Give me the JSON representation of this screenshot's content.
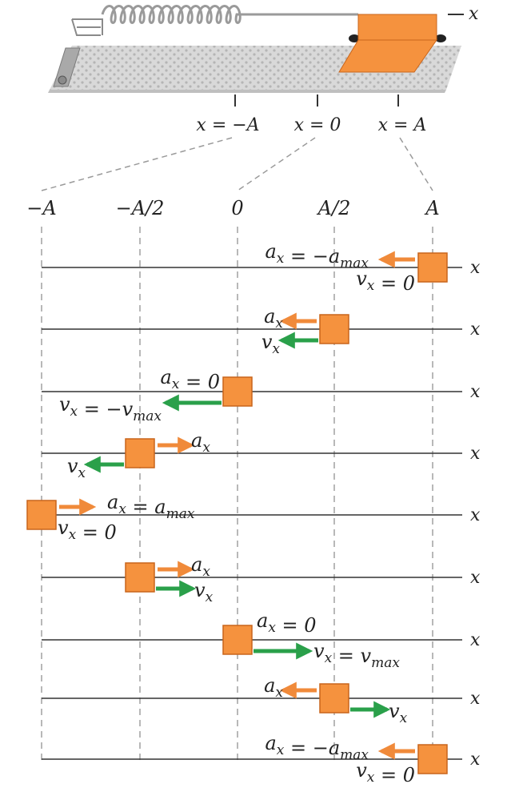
{
  "apparatus": {
    "axis_label": "x",
    "tick_labels": [
      "x = −A",
      "x = 0",
      "x = A"
    ]
  },
  "columns": {
    "labels": [
      "−A",
      "−A/2",
      "0",
      "A/2",
      "A"
    ]
  },
  "rows_axis_label": "x",
  "frames": [
    {
      "position": "A",
      "velocity_arrow": "none",
      "accel_arrow": "left",
      "labels": {
        "accel": "a_x = −a_max",
        "velocity": "v_x = 0"
      }
    },
    {
      "position": "A/2",
      "velocity_arrow": "left",
      "accel_arrow": "left",
      "labels": {
        "accel": "a_x",
        "velocity": "v_x"
      }
    },
    {
      "position": "0",
      "velocity_arrow": "left",
      "accel_arrow": "none",
      "labels": {
        "accel": "a_x = 0",
        "velocity": "v_x = −v_max"
      }
    },
    {
      "position": "−A/2",
      "velocity_arrow": "left",
      "accel_arrow": "right",
      "labels": {
        "accel": "a_x",
        "velocity": "v_x"
      }
    },
    {
      "position": "−A",
      "velocity_arrow": "none",
      "accel_arrow": "right",
      "labels": {
        "accel": "a_x = a_max",
        "velocity": "v_x = 0"
      }
    },
    {
      "position": "−A/2",
      "velocity_arrow": "right",
      "accel_arrow": "right",
      "labels": {
        "accel": "a_x",
        "velocity": "v_x"
      }
    },
    {
      "position": "0",
      "velocity_arrow": "right",
      "accel_arrow": "none",
      "labels": {
        "accel": "a_x = 0",
        "velocity": "v_x = v_max"
      }
    },
    {
      "position": "A/2",
      "velocity_arrow": "right",
      "accel_arrow": "left",
      "labels": {
        "accel": "a_x",
        "velocity": "v_x"
      }
    },
    {
      "position": "A",
      "velocity_arrow": "none",
      "accel_arrow": "left",
      "labels": {
        "accel": "a_x = −a_max",
        "velocity": "v_x = 0"
      }
    }
  ],
  "colors": {
    "block": "#f5923e",
    "block_edge": "#c9651c",
    "accel_arrow": "#f08a3a",
    "velocity_arrow": "#2aa04a",
    "axis_line": "#333333",
    "dashed": "#9a9a9a",
    "track": "#d6d6d6",
    "spring": "#9a9a9a"
  }
}
